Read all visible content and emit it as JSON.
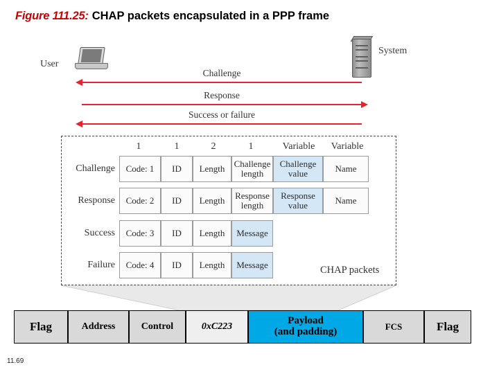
{
  "title": {
    "figure_label": "Figure 111.25:",
    "caption": "CHAP  packets encapsulated in a PPP frame"
  },
  "exchange": {
    "user_label": "User",
    "system_label": "System",
    "messages": [
      {
        "label": "Challenge",
        "direction": "left"
      },
      {
        "label": "Response",
        "direction": "right"
      },
      {
        "label": "Success or failure",
        "direction": "left"
      }
    ]
  },
  "chap": {
    "caption": "CHAP packets",
    "size_headers": [
      "1",
      "1",
      "2",
      "1",
      "Variable",
      "Variable"
    ],
    "rows": [
      {
        "name": "Challenge",
        "cells": [
          {
            "text": "Code: 1",
            "highlight": false
          },
          {
            "text": "ID",
            "highlight": false
          },
          {
            "text": "Length",
            "highlight": false
          },
          {
            "text": "Challenge length",
            "highlight": false
          },
          {
            "text": "Challenge value",
            "highlight": true
          },
          {
            "text": "Name",
            "highlight": false
          }
        ]
      },
      {
        "name": "Response",
        "cells": [
          {
            "text": "Code: 2",
            "highlight": false
          },
          {
            "text": "ID",
            "highlight": false
          },
          {
            "text": "Length",
            "highlight": false
          },
          {
            "text": "Response length",
            "highlight": false
          },
          {
            "text": "Response value",
            "highlight": true
          },
          {
            "text": "Name",
            "highlight": false
          }
        ]
      },
      {
        "name": "Success",
        "cells": [
          {
            "text": "Code: 3",
            "highlight": false
          },
          {
            "text": "ID",
            "highlight": false
          },
          {
            "text": "Length",
            "highlight": false
          },
          {
            "text": "Message",
            "highlight": true
          }
        ]
      },
      {
        "name": "Failure",
        "cells": [
          {
            "text": "Code: 4",
            "highlight": false
          },
          {
            "text": "ID",
            "highlight": false
          },
          {
            "text": "Length",
            "highlight": false
          },
          {
            "text": "Message",
            "highlight": true
          }
        ]
      }
    ]
  },
  "ppp_frame": {
    "fields": [
      {
        "text": "Flag",
        "style": "flag"
      },
      {
        "text": "Address",
        "style": "address"
      },
      {
        "text": "Control",
        "style": "control"
      },
      {
        "text": "0xC223",
        "style": "proto"
      },
      {
        "text": "Payload\n(and padding)",
        "style": "payload"
      },
      {
        "text": "FCS",
        "style": "fcs"
      },
      {
        "text": "Flag",
        "style": "flag"
      }
    ]
  },
  "footer": {
    "page_number": "11.69"
  },
  "colors": {
    "title_red": "#cc0000",
    "arrow_red": "#e8232a",
    "highlight_blue": "#d4e7f7",
    "payload_blue": "#00a9e5"
  }
}
